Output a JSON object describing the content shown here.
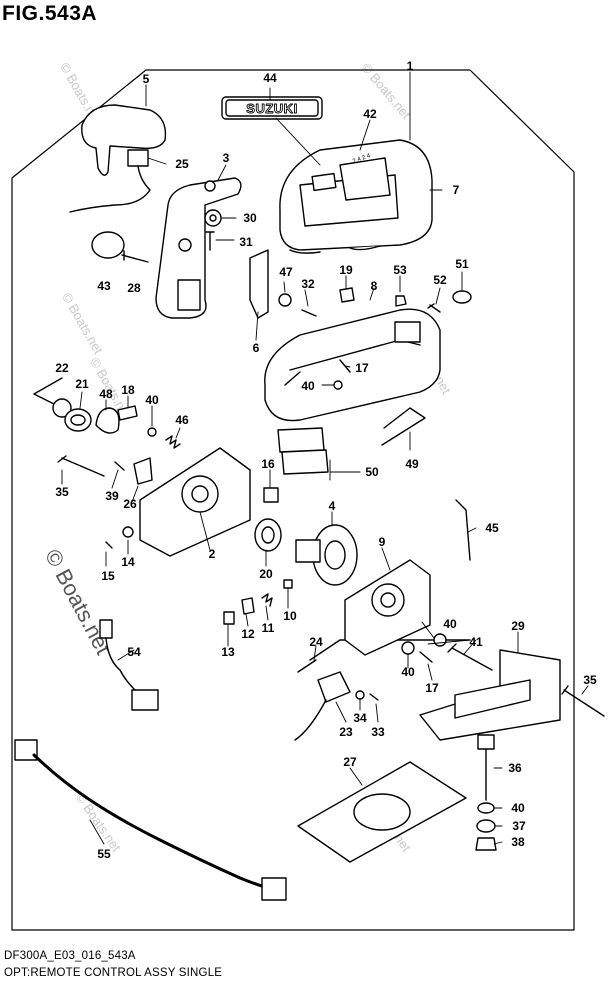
{
  "figure": {
    "title": "FIG.543A",
    "code": "DF300A_E03_016_543A",
    "caption": "OPT:REMOTE CONTROL ASSY SINGLE"
  },
  "brand_plate": "SUZUKI",
  "shift_plate_marks": "2 4 2 4",
  "watermark": "© Boats.net",
  "parts": [
    "1",
    "2",
    "3",
    "4",
    "5",
    "6",
    "7",
    "8",
    "9",
    "10",
    "11",
    "12",
    "13",
    "14",
    "15",
    "16",
    "17",
    "17",
    "18",
    "19",
    "20",
    "21",
    "22",
    "23",
    "24",
    "25",
    "26",
    "27",
    "28",
    "29",
    "30",
    "31",
    "32",
    "33",
    "34",
    "35",
    "35",
    "36",
    "37",
    "38",
    "39",
    "40",
    "40",
    "40",
    "40",
    "40",
    "41",
    "42",
    "43",
    "44",
    "45",
    "46",
    "47",
    "48",
    "49",
    "50",
    "51",
    "52",
    "53",
    "54",
    "55"
  ]
}
